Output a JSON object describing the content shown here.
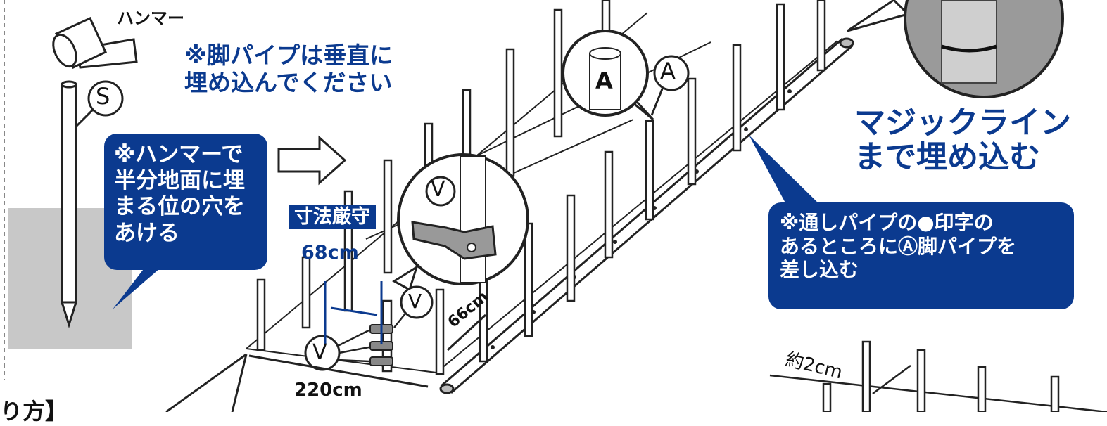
{
  "labels": {
    "hammer": "ハンマー",
    "notice_vertical": "※脚パイプは垂直に\n埋め込んでください",
    "hammer_box": "※ハンマーで\n半分地面に埋\nまる位の穴を\nあける",
    "magic_line": "マジックライン\nまで埋め込む",
    "through_pipe": "※通しパイプの●印字の\nあるところにⒶ脚パイプを\n差し込む",
    "dimension_strict": "寸法厳守",
    "dim_68": "68cm",
    "dim_66": "66cm",
    "dim_220": "220cm",
    "approx_2cm": "約2cm",
    "partial_text": "り方】",
    "mark_s": "S",
    "mark_a": "A",
    "mark_v": "V"
  },
  "colors": {
    "navy": "#0b3a8f",
    "ground": "#c8c8c8",
    "line": "#1a1a1a"
  }
}
